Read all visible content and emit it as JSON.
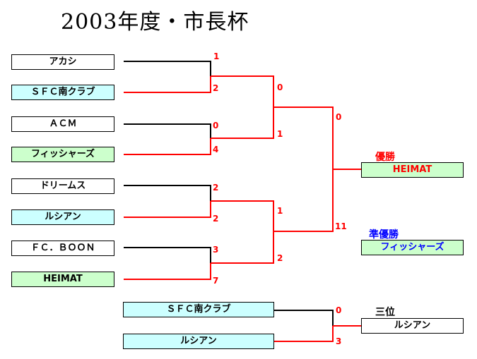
{
  "title": "2003年度・市長杯",
  "teams": [
    {
      "name": "アカシ"
    },
    {
      "name": "ＳＦＣ南クラブ"
    },
    {
      "name": "ＡＣＭ"
    },
    {
      "name": "フィッシャーズ"
    },
    {
      "name": "ドリームス"
    },
    {
      "name": "ルシアン"
    },
    {
      "name": "ＦＣ．ＢＯＯＮ"
    },
    {
      "name": "HEIMAT"
    }
  ],
  "round1_scores": [
    "1",
    "2",
    "0",
    "4",
    "2",
    "2",
    "3",
    "7"
  ],
  "semi_scores": [
    "0",
    "1",
    "1",
    "2"
  ],
  "final_scores": [
    "0",
    "11"
  ],
  "results": {
    "winner_label": "優勝",
    "winner": "HEIMAT",
    "runner_up_label": "準優勝",
    "runner_up": "フィッシャーズ",
    "third_label": "三位",
    "third": "ルシアン"
  },
  "third_place_match": {
    "teams": [
      "ＳＦＣ南クラブ",
      "ルシアン"
    ],
    "scores": [
      "0",
      "3"
    ]
  },
  "colors": {
    "win_line": "#ff0000",
    "lose_line": "#000000",
    "winner_label": "#ff0000",
    "runner_up_label": "#0000ff"
  }
}
